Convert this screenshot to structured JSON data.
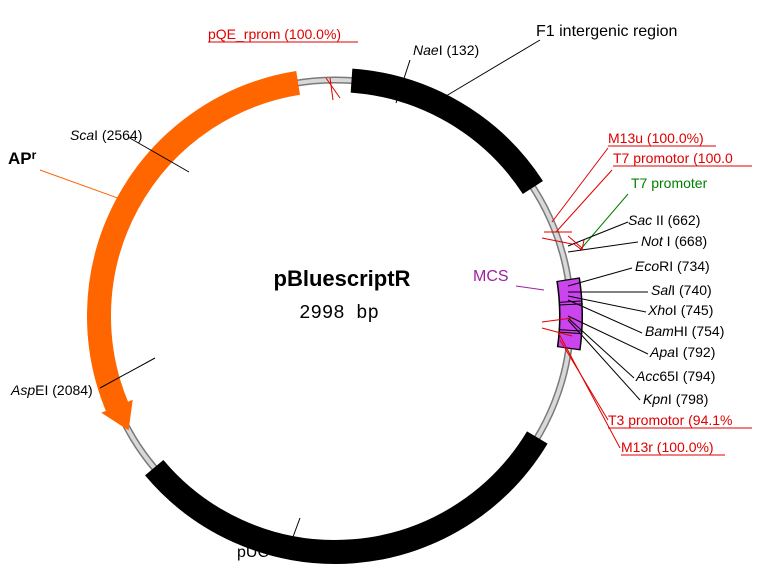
{
  "plasmid": {
    "name": "pBluescriptR",
    "size": "2998 bp",
    "backbone_color": "#c8c8c8"
  },
  "features": [
    {
      "id": "f1",
      "label": "F1 intergenic region",
      "color": "#000000"
    },
    {
      "id": "puc",
      "label": "pUC ori",
      "color": "#000000"
    },
    {
      "id": "apr",
      "label": "AP",
      "label_sup": "r",
      "color": "#ff6600"
    },
    {
      "id": "mcs",
      "label": "MCS",
      "color": "#cc44ee"
    }
  ],
  "sites": [
    {
      "id": "nae",
      "italic": "Nae",
      "rest": "I (132)"
    },
    {
      "id": "sca",
      "italic": "Sca",
      "rest": "I (2564)"
    },
    {
      "id": "asp",
      "italic": "Asp",
      "rest": "EI (2084)"
    },
    {
      "id": "sac",
      "italic": "Sac",
      "rest": " II (662)"
    },
    {
      "id": "not",
      "italic": "Not",
      "rest": " I (668)"
    },
    {
      "id": "eco",
      "italic": "Eco",
      "rest": "RI (734)"
    },
    {
      "id": "sal",
      "italic": "Sal",
      "rest": "I (740)"
    },
    {
      "id": "xho",
      "italic": "Xho",
      "rest": "I (745)"
    },
    {
      "id": "bam",
      "italic": "Bam",
      "rest": "HI (754)"
    },
    {
      "id": "apa",
      "italic": "Apa",
      "rest": "I (792)"
    },
    {
      "id": "acc",
      "italic": "Acc",
      "rest": "65I (794)"
    },
    {
      "id": "kpn",
      "italic": "Kpn",
      "rest": "I (798)"
    }
  ],
  "primers": [
    {
      "id": "pqe",
      "label": "pQE_rprom (100.0%)"
    },
    {
      "id": "m13u",
      "label": "M13u (100.0%)"
    },
    {
      "id": "t7p",
      "label": "T7 promotor (100.0"
    },
    {
      "id": "t3p",
      "label": "T3 promotor (94.1%"
    },
    {
      "id": "m13r",
      "label": "M13r (100.0%)"
    }
  ],
  "promoters": [
    {
      "id": "t7",
      "label": "T7 promoter",
      "color": "#008000"
    }
  ],
  "colors": {
    "primer": "#e00000",
    "site_line": "#000000"
  }
}
